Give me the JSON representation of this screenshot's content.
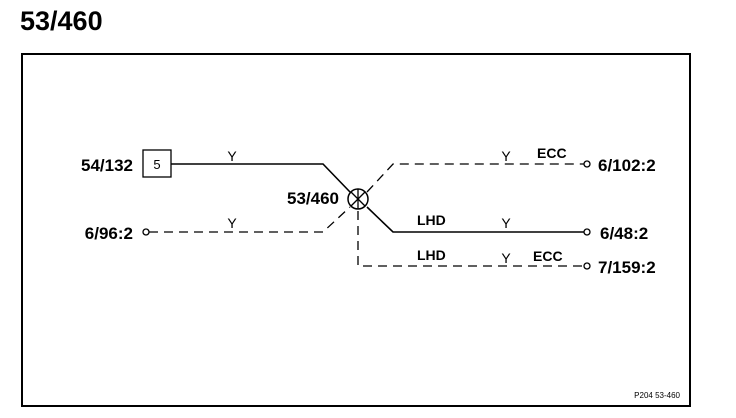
{
  "page_title": "53/460",
  "splice": {
    "label": "53/460"
  },
  "connectors": {
    "c54_132": {
      "label": "54/132",
      "pin": "5"
    },
    "c6_96_2": {
      "label": "6/96:2"
    },
    "c6_102_2": {
      "label": "6/102:2"
    },
    "c6_48_2": {
      "label": "6/48:2"
    },
    "c7_159_2": {
      "label": "7/159:2"
    }
  },
  "wires": {
    "w1": {
      "color": "Y"
    },
    "w2": {
      "color": "Y"
    },
    "w3": {
      "color": "Y",
      "tag": "ECC"
    },
    "w4": {
      "color": "Y",
      "tag": "LHD"
    },
    "w5": {
      "color": "Y",
      "tag": "LHD",
      "tag2": "ECC"
    }
  },
  "reference": "P204  53-460"
}
